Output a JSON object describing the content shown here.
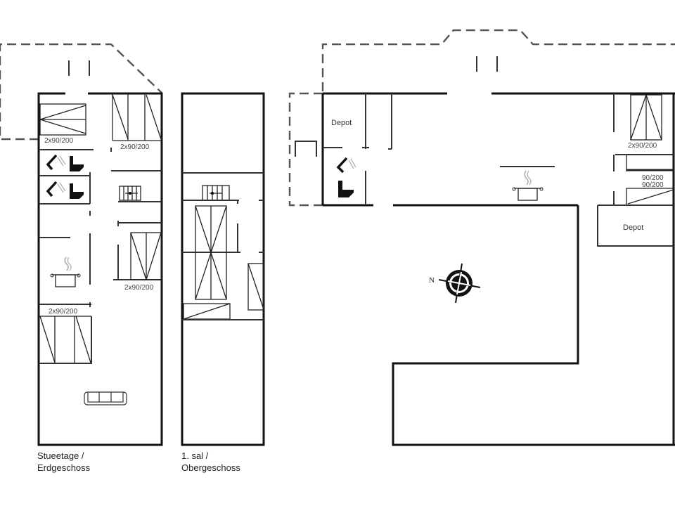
{
  "plan": {
    "type": "floor-plan",
    "colors": {
      "wall": "#111111",
      "dashed_outline": "#555555",
      "background": "#ffffff"
    }
  },
  "floors": [
    {
      "id": "ground",
      "caption_line1": "Stueetage /",
      "caption_line2": "Erdgeschoss"
    },
    {
      "id": "first",
      "caption_line1": "1. sal /",
      "caption_line2": "Obergeschoss"
    }
  ],
  "bed_labels": {
    "g_bed1": "2x90/200",
    "g_bed2": "2x90/200",
    "g_bed3": "2x90/200",
    "g_bed4": "2x90/200",
    "a_bed1": "2x90/200",
    "a_bed2": "90/200",
    "a_bed3": "90/200"
  },
  "rooms": {
    "depot_1": "Depot",
    "depot_2": "Depot"
  },
  "compass": {
    "north_label": "N"
  },
  "icons": [
    "shower-icon",
    "toilet-icon",
    "stove-pot-icon",
    "sofa-icon",
    "staircase-icon",
    "compass-rose-icon",
    "bed-icon"
  ]
}
